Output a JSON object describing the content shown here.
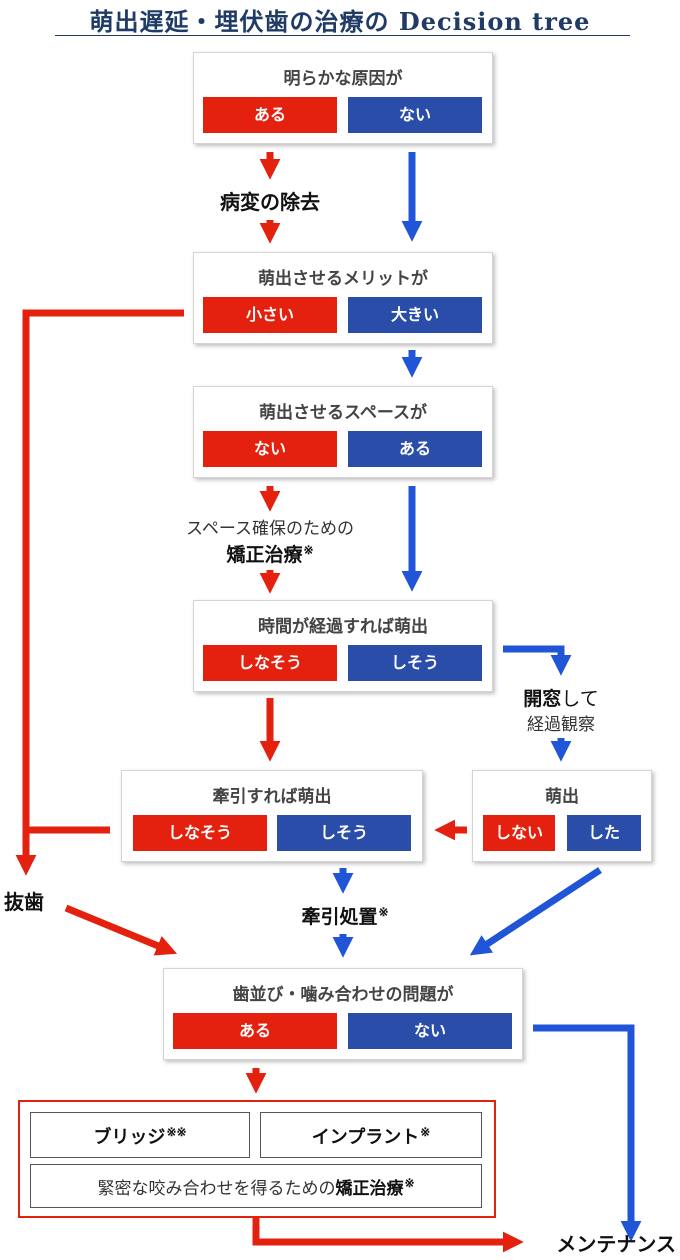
{
  "title": "萌出遅延・埋伏歯の治療の Decision tree",
  "box1": {
    "question": "明らかな原因が",
    "yes": "ある",
    "no": "ない"
  },
  "label_removal": "病変の除去",
  "box2": {
    "question": "萌出させるメリットが",
    "yes": "小さい",
    "no": "大きい"
  },
  "box3": {
    "question": "萌出させるスペースが",
    "yes": "ない",
    "no": "ある"
  },
  "label_space_1": "スペース確保のための",
  "label_space_2": "矯正治療",
  "box4": {
    "question": "時間が経過すれば萌出",
    "yes": "しなそう",
    "no": "しそう"
  },
  "label_open_1": "開窓",
  "label_open_2": "して",
  "label_open_3": "経過観察",
  "box5": {
    "question": "牽引すれば萌出",
    "yes": "しなそう",
    "no": "しそう"
  },
  "box6": {
    "question": "萌出",
    "yes": "しない",
    "no": "した"
  },
  "label_extraction": "抜歯",
  "label_traction": "牽引処置",
  "box7": {
    "question": "歯並び・噛み合わせの問題が",
    "yes": "ある",
    "no": "ない"
  },
  "final": {
    "bridge": "ブリッジ",
    "bridge_mark": "※※",
    "implant": "インプラント",
    "implant_mark": "※",
    "ortho_prefix": "緊密な咬み合わせを得るための",
    "ortho_bold": "矯正治療",
    "ortho_mark": "※"
  },
  "note_mark": "※",
  "label_maintenance": "メンテナンス",
  "colors": {
    "red": "#e4210f",
    "blue": "#2b4daa",
    "title": "#1f3b66"
  }
}
